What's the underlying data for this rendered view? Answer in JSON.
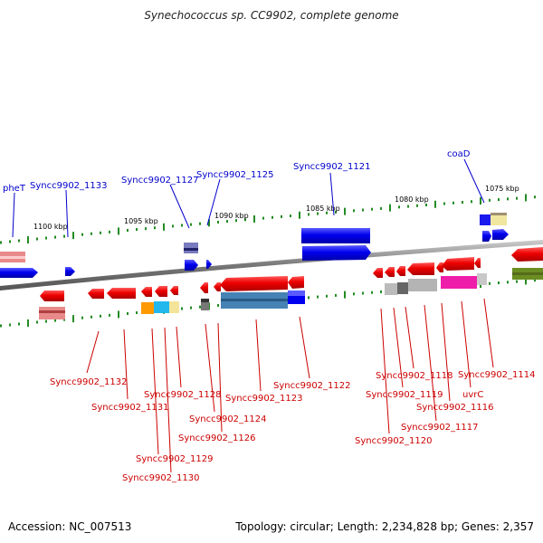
{
  "title": "Synechococcus sp. CC9902, complete genome",
  "footer": {
    "accession": "Accession: NC_007513",
    "summary": "Topology: circular; Length: 2,234,828 bp; Genes: 2,357"
  },
  "colors": {
    "forward_label": "#0000cc",
    "reverse_label": "#cc0000",
    "backbone": "#888888",
    "tick": "#228b22"
  },
  "scale_labels": [
    "1100 kbp",
    "1095 kbp",
    "1090 kbp",
    "1085 kbp",
    "1080 kbp",
    "1075 kbp"
  ],
  "forward_labels": [
    "pheT",
    "Syncc9902_1133",
    "Syncc9902_1127",
    "Syncc9902_1125",
    "Syncc9902_1121",
    "coaD"
  ],
  "reverse_labels": [
    "Syncc9902_1132",
    "Syncc9902_1131",
    "Syncc9902_1128",
    "Syncc9902_1129",
    "Syncc9902_1130",
    "Syncc9902_1124",
    "Syncc9902_1126",
    "Syncc9902_1123",
    "Syncc9902_1122",
    "Syncc9902_1118",
    "Syncc9902_1119",
    "Syncc9902_1120",
    "Syncc9902_1117",
    "Syncc9902_1116",
    "uvrC",
    "Syncc9902_1114"
  ]
}
